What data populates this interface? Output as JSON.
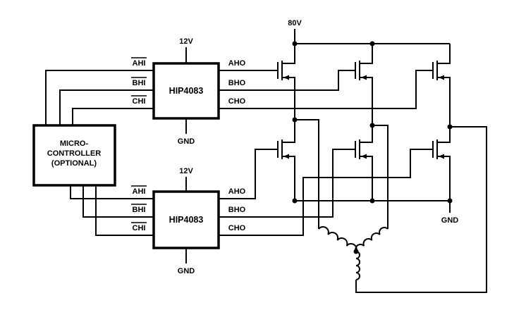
{
  "diagram": {
    "mcu": {
      "line1": "MICRO-",
      "line2": "CONTROLLER",
      "line3": "(OPTIONAL)"
    },
    "driver_top": {
      "name": "HIP4083",
      "vcc": "12V",
      "gnd": "GND",
      "in_a": "AHI",
      "in_b": "BHI",
      "in_c": "CHI",
      "out_a": "AHO",
      "out_b": "BHO",
      "out_c": "CHO"
    },
    "driver_bottom": {
      "name": "HIP4083",
      "vcc": "12V",
      "gnd": "GND",
      "in_a": "AHI",
      "in_b": "BHI",
      "in_c": "CHI",
      "out_a": "AHO",
      "out_b": "BHO",
      "out_c": "CHO"
    },
    "bus_voltage": "80V",
    "bus_ground": "GND",
    "colors": {
      "ink": "#000000",
      "background": "#ffffff"
    }
  }
}
